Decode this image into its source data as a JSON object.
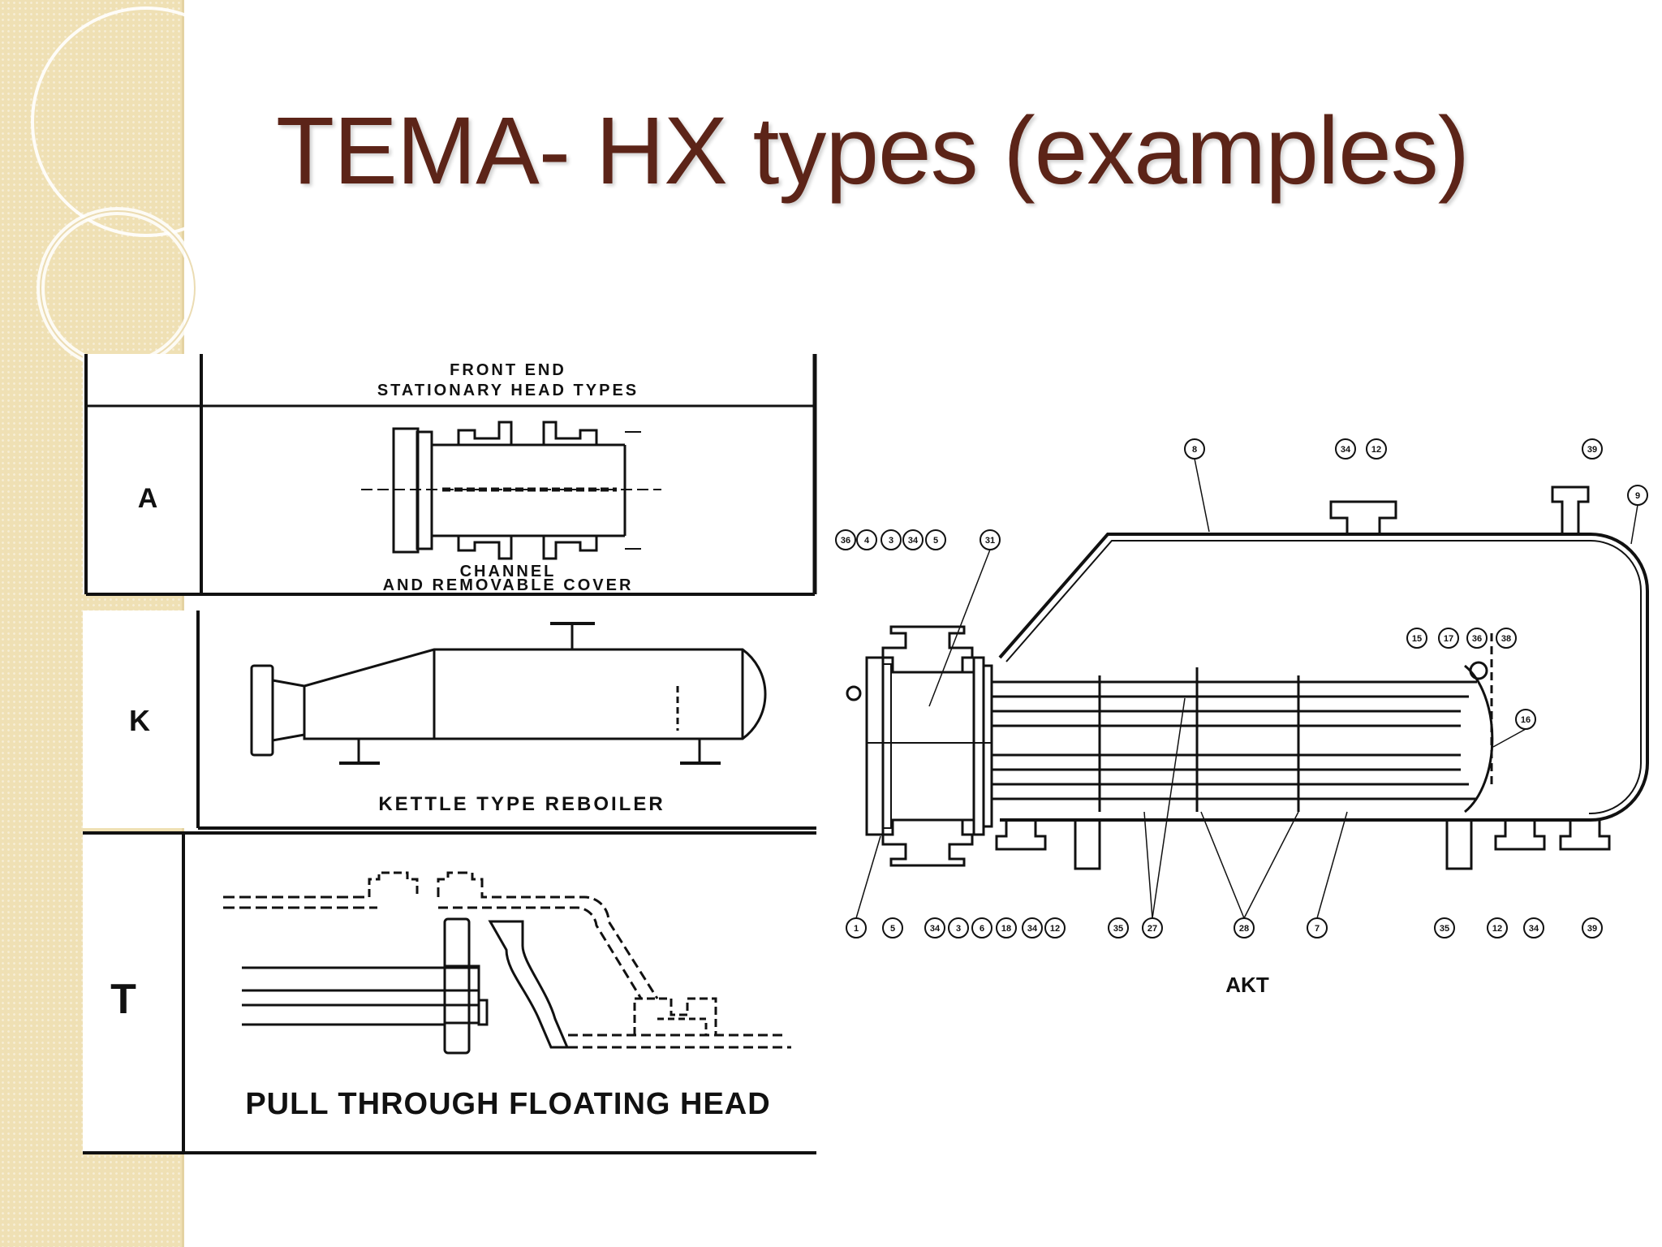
{
  "slide": {
    "title": "TEMA- HX types (examples)",
    "colors": {
      "title": "#5c2418",
      "sidebar": "#efe0b4",
      "ink": "#111111"
    }
  },
  "table": {
    "header": [
      "FRONT END",
      "STATIONARY HEAD TYPES"
    ],
    "rows": [
      {
        "letter": "A",
        "caption": [
          "CHANNEL",
          "AND REMOVABLE COVER"
        ]
      },
      {
        "letter": "K",
        "caption": [
          "KETTLE TYPE REBOILER"
        ]
      },
      {
        "letter": "T",
        "caption": [
          "PULL THROUGH FLOATING HEAD"
        ]
      }
    ]
  },
  "akt": {
    "label": "AKT",
    "callouts_top_left": [
      "36",
      "4",
      "3",
      "34",
      "5",
      "31"
    ],
    "callouts_top": [
      "8",
      "34",
      "12",
      "39",
      "9"
    ],
    "callouts_right": [
      "15",
      "17",
      "36",
      "38",
      "16"
    ],
    "callouts_bottom": [
      "1",
      "5",
      "34",
      "3",
      "6",
      "18",
      "34",
      "12",
      "35",
      "27",
      "28",
      "7",
      "35",
      "12",
      "34",
      "39"
    ]
  }
}
